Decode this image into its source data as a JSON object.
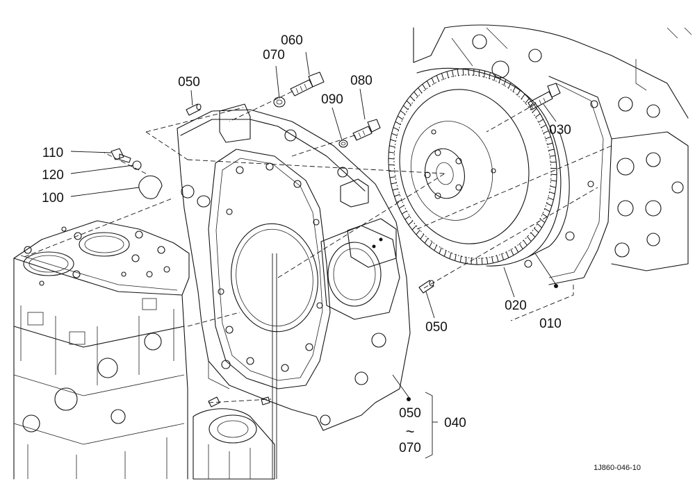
{
  "diagram": {
    "reference_code": "1J860-046-10",
    "range_symbol": "~",
    "callouts": [
      {
        "id": "c-060",
        "label": "060"
      },
      {
        "id": "c-070",
        "label": "070"
      },
      {
        "id": "c-050-pin-top",
        "label": "050"
      },
      {
        "id": "c-080",
        "label": "080"
      },
      {
        "id": "c-090",
        "label": "090"
      },
      {
        "id": "c-110",
        "label": "110"
      },
      {
        "id": "c-120",
        "label": "120"
      },
      {
        "id": "c-100",
        "label": "100"
      },
      {
        "id": "c-030",
        "label": "030"
      },
      {
        "id": "c-020",
        "label": "020"
      },
      {
        "id": "c-010",
        "label": "010"
      },
      {
        "id": "c-050-pin-mid",
        "label": "050"
      },
      {
        "id": "c-050-range",
        "label": "050"
      },
      {
        "id": "c-070-range",
        "label": "070"
      },
      {
        "id": "c-040",
        "label": "040"
      }
    ]
  }
}
